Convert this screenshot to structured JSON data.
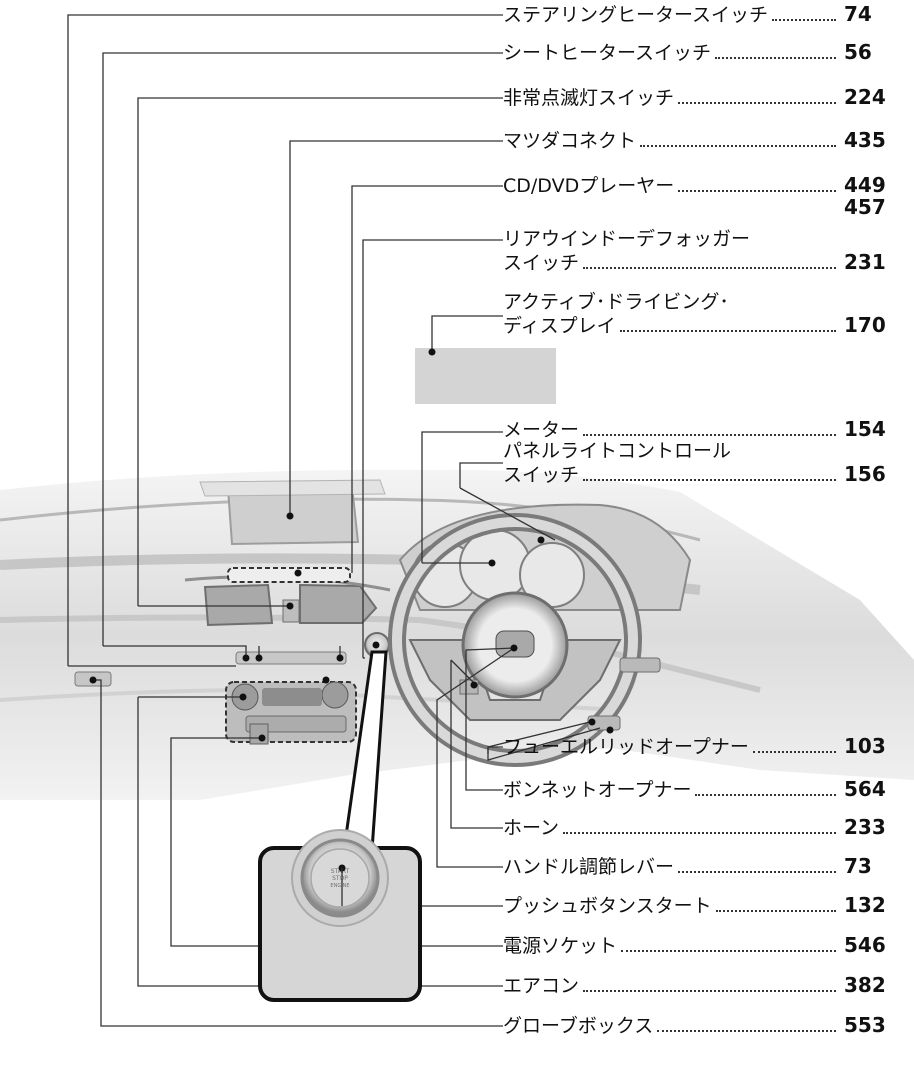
{
  "entries": [
    {
      "id": "steering-heater",
      "label": "ステアリングヒータースイッチ",
      "page": "74"
    },
    {
      "id": "seat-heater",
      "label": "シートヒータースイッチ",
      "page": "56"
    },
    {
      "id": "hazard",
      "label": "非常点滅灯スイッチ",
      "page": "224"
    },
    {
      "id": "mazda-connect",
      "label": "マツダコネクト",
      "page": "435"
    },
    {
      "id": "cd-dvd",
      "label": "CD/DVDプレーヤー",
      "page": "449",
      "page2": "457"
    },
    {
      "id": "rear-defogger",
      "label_line1": "リアウインドーデフォッガー",
      "label": "スイッチ",
      "page": "231"
    },
    {
      "id": "active-display",
      "label_line1": "アクティブ･ドライビング･",
      "label": "ディスプレイ",
      "page": "170"
    },
    {
      "id": "meter",
      "label": "メーター",
      "page": "154"
    },
    {
      "id": "panel-light",
      "label_line1": "パネルライトコントロール",
      "label": "スイッチ",
      "page": "156"
    },
    {
      "id": "fuel-lid",
      "label": "フューエルリッドオープナー",
      "page": "103"
    },
    {
      "id": "bonnet",
      "label": "ボンネットオープナー",
      "page": "564"
    },
    {
      "id": "horn",
      "label": "ホーン",
      "page": "233"
    },
    {
      "id": "tilt-lever",
      "label": "ハンドル調節レバー",
      "page": "73"
    },
    {
      "id": "push-start",
      "label": "プッシュボタンスタート",
      "page": "132"
    },
    {
      "id": "power-socket",
      "label": "電源ソケット",
      "page": "546"
    },
    {
      "id": "aircon",
      "label": "エアコン",
      "page": "382"
    },
    {
      "id": "glovebox",
      "label": "グローブボックス",
      "page": "553"
    }
  ],
  "inset": {
    "line1": "START",
    "line2": "STOP",
    "line3": "ENGINE"
  },
  "colors": {
    "line": "#333333",
    "dash": "#e6e6e6",
    "dash_outline": "#3a3a3a",
    "ad_box": "#d4d4d4"
  }
}
